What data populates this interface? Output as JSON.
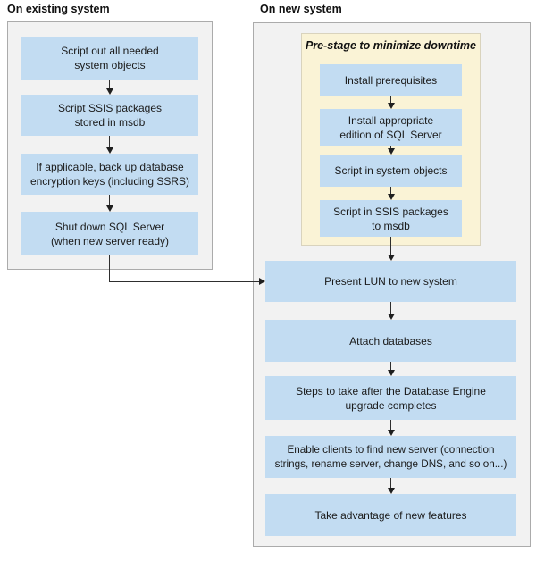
{
  "left_panel": {
    "header": "On existing system",
    "steps": [
      {
        "label": "Script out all needed\nsystem objects"
      },
      {
        "label": "Script SSIS packages\nstored in msdb"
      },
      {
        "label": "If applicable, back up database\nencryption keys (including SSRS)"
      },
      {
        "label": "Shut down SQL Server\n(when new server ready)"
      }
    ]
  },
  "right_panel": {
    "header": "On new system",
    "prestage_group": {
      "title": "Pre-stage to minimize downtime",
      "steps": [
        {
          "label": "Install prerequisites"
        },
        {
          "label": "Install appropriate\nedition of SQL Server"
        },
        {
          "label": "Script in system objects"
        },
        {
          "label": "Script in SSIS packages\nto msdb"
        }
      ]
    },
    "steps": [
      {
        "label": "Present LUN to new system"
      },
      {
        "label": "Attach databases"
      },
      {
        "label": "Steps to take after the Database Engine\nupgrade completes"
      },
      {
        "label": "Enable clients to find new server (connection\nstrings, rename server, change DNS, and so on...)"
      },
      {
        "label": "Take advantage of new features"
      }
    ]
  },
  "colors": {
    "step_box_fill": "#C2DCF2",
    "prestage_fill": "#FAF3D6",
    "prestage_border": "#D9D3BD",
    "panel_fill": "#F2F2F2",
    "panel_border": "#ABABAB",
    "arrow": "#2E2E2E",
    "text": "#1B1B1B"
  }
}
